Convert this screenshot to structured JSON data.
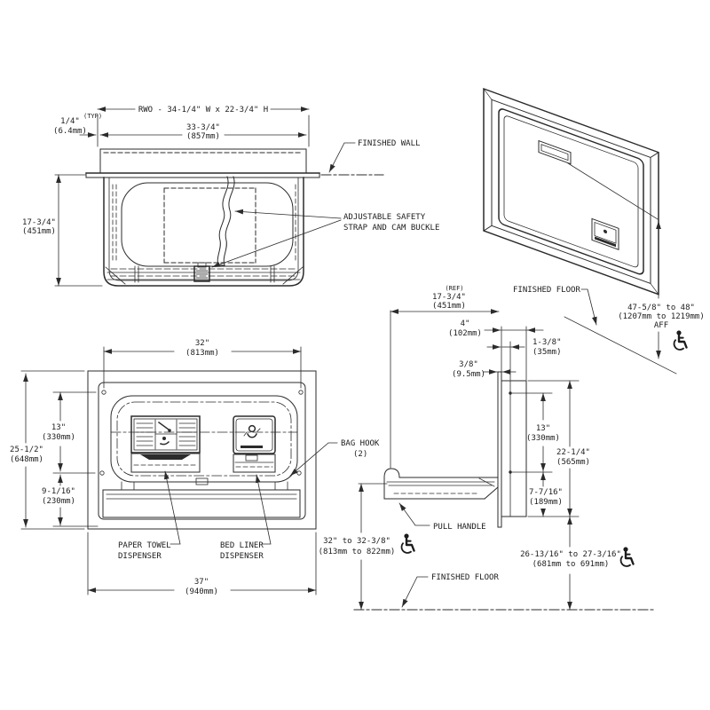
{
  "plan": {
    "dim_rwo": "RWO - 34-1/4\" W x 22-3/4\" H",
    "dim_offset_in": "1/4\"",
    "dim_offset_typ": "(TYP)",
    "dim_offset_mm": "(6.4mm)",
    "dim_width_in": "33-3/4\"",
    "dim_width_mm": "(857mm)",
    "dim_depth_in": "17-3/4\"",
    "dim_depth_mm": "(451mm)",
    "label_finished_wall": "FINISHED WALL",
    "label_strap_line1": "ADJUSTABLE SAFETY",
    "label_strap_line2": "STRAP AND CAM BUCKLE"
  },
  "perspective": {
    "label_finished_floor": "FINISHED FLOOR",
    "dim_mount_in": "47-5/8\" to 48\"",
    "dim_mount_mm": "(1207mm to 1219mm)",
    "dim_mount_ref": "AFF"
  },
  "front": {
    "dim_bed_in": "32\"",
    "dim_bed_mm": "(813mm)",
    "dim_upper_in": "13\"",
    "dim_upper_mm": "(330mm)",
    "dim_height_in": "25-1/2\"",
    "dim_height_mm": "(648mm)",
    "dim_lower_in": "9-1/16\"",
    "dim_lower_mm": "(230mm)",
    "dim_overall_in": "37\"",
    "dim_overall_mm": "(940mm)",
    "label_paper_line1": "PAPER TOWEL",
    "label_paper_line2": "DISPENSER",
    "label_liner_line1": "BED LINER",
    "label_liner_line2": "DISPENSER",
    "label_hook_line1": "BAG HOOK",
    "label_hook_line2": "(2)"
  },
  "side": {
    "dim_ref": "(REF)",
    "dim_depth_in": "17-3/4\"",
    "dim_depth_mm": "(451mm)",
    "dim_recess_in": "4\"",
    "dim_recess_mm": "(102mm)",
    "dim_flange_in": "3/8\"",
    "dim_flange_mm": "(9.5mm)",
    "dim_lip_in": "1-3/8\"",
    "dim_lip_mm": "(35mm)",
    "dim_upper_in": "13\"",
    "dim_upper_mm": "(330mm)",
    "dim_panel_in": "22-1/4\"",
    "dim_panel_mm": "(565mm)",
    "dim_lower_in": "7-7/16\"",
    "dim_lower_mm": "(189mm)",
    "label_pull_handle": "PULL HANDLE",
    "label_finished_floor": "FINISHED FLOOR",
    "dim_surface_in": "32\" to 32-3/8\"",
    "dim_surface_mm": "(813mm to 822mm)",
    "dim_clear_in": "26-13/16\" to 27-3/16\"",
    "dim_clear_mm": "(681mm to 691mm)"
  },
  "colors": {
    "line": "#2b2b2b",
    "background": "#ffffff"
  }
}
